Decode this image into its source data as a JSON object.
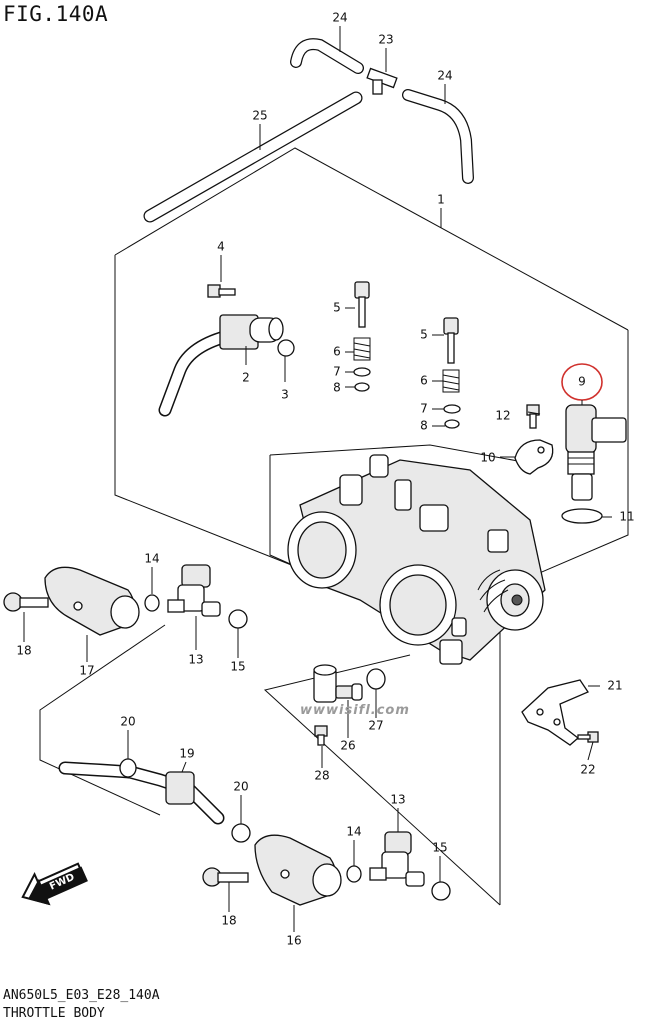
{
  "figure": {
    "title": "FIG.140A",
    "footer_code": "AN650L5_E03_E28_140A",
    "footer_title": "THROTTLE BODY",
    "watermark": "wwwisifl.com",
    "fwd_label": "FWD"
  },
  "highlight_color": "#d0312d",
  "callouts": [
    {
      "id": "c24a",
      "label": "24"
    },
    {
      "id": "c23",
      "label": "23"
    },
    {
      "id": "c24b",
      "label": "24"
    },
    {
      "id": "c25",
      "label": "25"
    },
    {
      "id": "c1",
      "label": "1"
    },
    {
      "id": "c4",
      "label": "4"
    },
    {
      "id": "c2",
      "label": "2"
    },
    {
      "id": "c3",
      "label": "3"
    },
    {
      "id": "c5a",
      "label": "5"
    },
    {
      "id": "c6a",
      "label": "6"
    },
    {
      "id": "c7a",
      "label": "7"
    },
    {
      "id": "c8a",
      "label": "8"
    },
    {
      "id": "c5b",
      "label": "5"
    },
    {
      "id": "c6b",
      "label": "6"
    },
    {
      "id": "c7b",
      "label": "7"
    },
    {
      "id": "c8b",
      "label": "8"
    },
    {
      "id": "c9",
      "label": "9"
    },
    {
      "id": "c12",
      "label": "12"
    },
    {
      "id": "c10",
      "label": "10"
    },
    {
      "id": "c11",
      "label": "11"
    },
    {
      "id": "c14a",
      "label": "14"
    },
    {
      "id": "c18a",
      "label": "18"
    },
    {
      "id": "c17",
      "label": "17"
    },
    {
      "id": "c13a",
      "label": "13"
    },
    {
      "id": "c15a",
      "label": "15"
    },
    {
      "id": "c21",
      "label": "21"
    },
    {
      "id": "c22",
      "label": "22"
    },
    {
      "id": "c26",
      "label": "26"
    },
    {
      "id": "c27",
      "label": "27"
    },
    {
      "id": "c28",
      "label": "28"
    },
    {
      "id": "c20a",
      "label": "20"
    },
    {
      "id": "c19",
      "label": "19"
    },
    {
      "id": "c20b",
      "label": "20"
    },
    {
      "id": "c13b",
      "label": "13"
    },
    {
      "id": "c14b",
      "label": "14"
    },
    {
      "id": "c15b",
      "label": "15"
    },
    {
      "id": "c18b",
      "label": "18"
    },
    {
      "id": "c16",
      "label": "16"
    }
  ]
}
